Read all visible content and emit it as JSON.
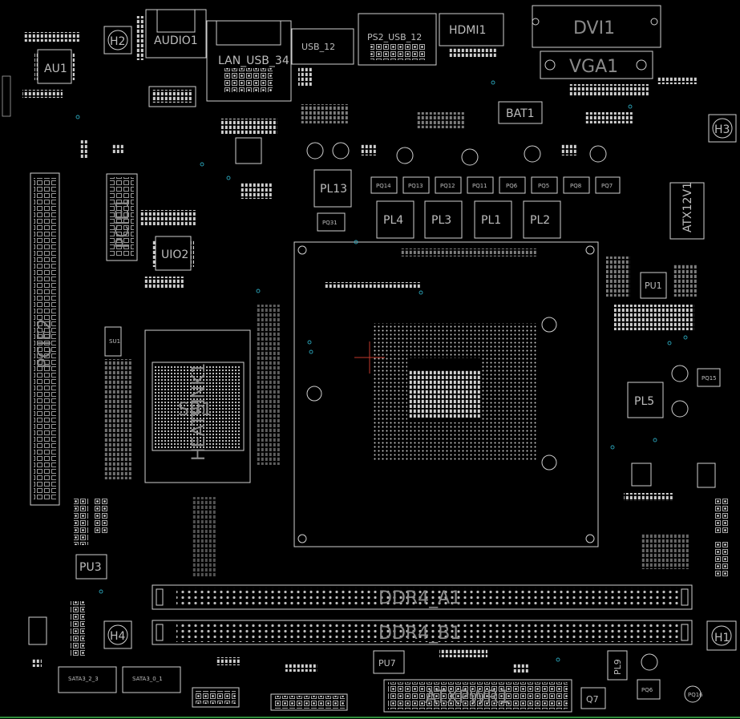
{
  "title": "",
  "colors": {
    "background": "#000000",
    "outline": "#cfcfcf",
    "label": "#bdbdbd",
    "via": "#2aa3b8",
    "crosshair": "#c0392b",
    "bottom_line": "#2e8b3a"
  },
  "labels": {
    "au1": "AU1",
    "h2": "H2",
    "audio1": "AUDIO1",
    "lan_usb34": "LAN_USB_34",
    "usb12": "USB_12",
    "ps2_usb12": "PS2_USB_12",
    "hdmi1": "HDMI1",
    "dvi1": "DVI1",
    "vga1": "VGA1",
    "bat1": "BAT1",
    "h3": "H3",
    "pl13": "PL13",
    "pl4": "PL4",
    "pl3": "PL3",
    "pl1": "PL1",
    "pl2": "PL2",
    "pcie1": "PCIE1",
    "uio2": "UIO2",
    "pcie2": "PCIE2",
    "atx12v1": "ATX12V1",
    "pu1": "PU1",
    "pl5": "PL5",
    "sb1": "SB1",
    "heatsink1": "HEATSINK1",
    "su1": "SU1",
    "pu3": "PU3",
    "h4": "H4",
    "h1": "H1",
    "ddr4_a1": "DDR4_A1",
    "ddr4_b1": "DDR4_B1",
    "sata3_23": "SATA3_2_3",
    "sata3_01": "SATA3_0_1",
    "pu7": "PU7",
    "atxpwr1": "ATXPWR1",
    "pl9": "PL9",
    "q7": "Q7",
    "pq6": "PQ6",
    "pq14": "PQ14",
    "pq13": "PQ13",
    "pq12": "PQ12",
    "pq11": "PQ11",
    "pq6b": "PQ6",
    "pq5": "PQ5",
    "pq8": "PQ8",
    "pq7": "PQ7",
    "pq15": "PQ15",
    "pq16": "PQ16",
    "pq31": "PQ31"
  }
}
